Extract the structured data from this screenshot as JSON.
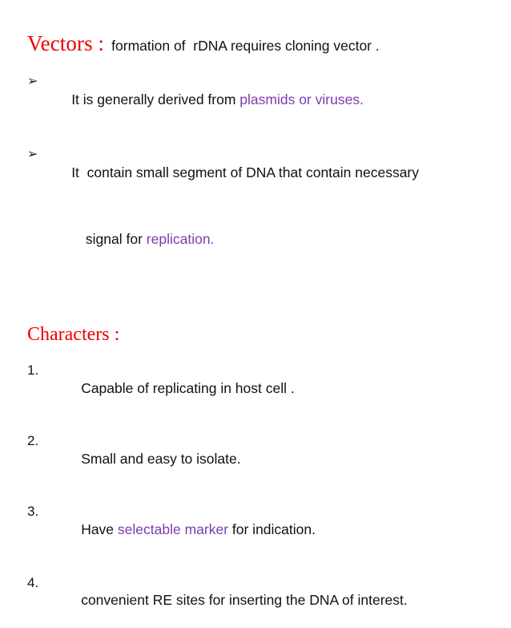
{
  "slide": {
    "background_color": "#ffffff",
    "title": {
      "heading": "Vectors :",
      "heading_color": "#ee0000",
      "rest": "formation of  rDNA requires cloning vector ."
    },
    "bullets": [
      {
        "glyph": "➢",
        "glyph_name": "arrow-bullet-icon",
        "lead": "It is generally derived from ",
        "accent": "plasmids or viruses.",
        "tail": "",
        "continuation": ""
      },
      {
        "glyph": "➢",
        "glyph_name": "arrow-bullet-icon",
        "lead": "It  contain small segment of DNA that contain necessary",
        "accent": "",
        "tail": "",
        "continuation_lead": "signal for ",
        "continuation_accent": "replication.",
        "continuation_tail": ""
      }
    ],
    "section": {
      "heading": "Characters :",
      "heading_color": "#ee0000"
    },
    "numbered_items": [
      {
        "marker": "1.",
        "lead": "Capable of replicating in host cell .",
        "accent": "",
        "tail": ""
      },
      {
        "marker": "2.",
        "lead": "Small and easy to isolate.",
        "accent": "",
        "tail": ""
      },
      {
        "marker": "3.",
        "lead": "Have ",
        "accent": "selectable marker",
        "tail": " for indication."
      },
      {
        "marker": "4.",
        "lead": "convenient RE sites for inserting the DNA of interest.",
        "accent": "",
        "tail": ""
      }
    ],
    "colors": {
      "title_red": "#ee0000",
      "accent_purple": "#7d3bb0",
      "body_black": "#111111"
    }
  }
}
